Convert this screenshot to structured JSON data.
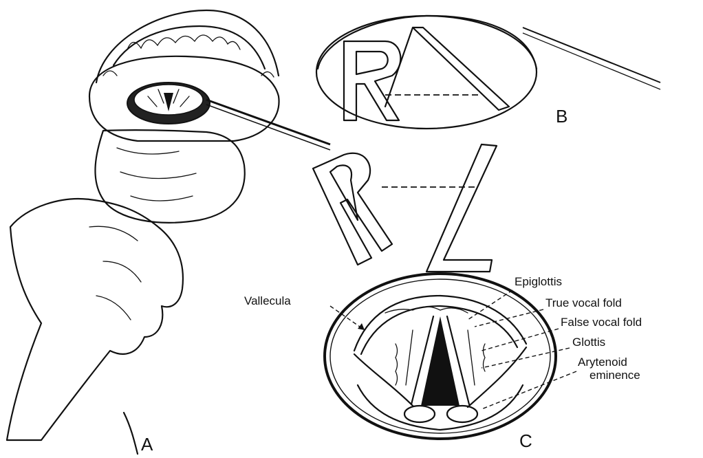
{
  "panels": {
    "a": "A",
    "b": "B",
    "c": "C"
  },
  "labels": {
    "epiglottis": "Epiglottis",
    "true_vocal_fold": "True vocal fold",
    "false_vocal_fold": "False vocal fold",
    "glottis": "Glottis",
    "arytenoid_line1": "Arytenoid",
    "arytenoid_line2": "eminence",
    "vallecula": "Vallecula"
  }
}
